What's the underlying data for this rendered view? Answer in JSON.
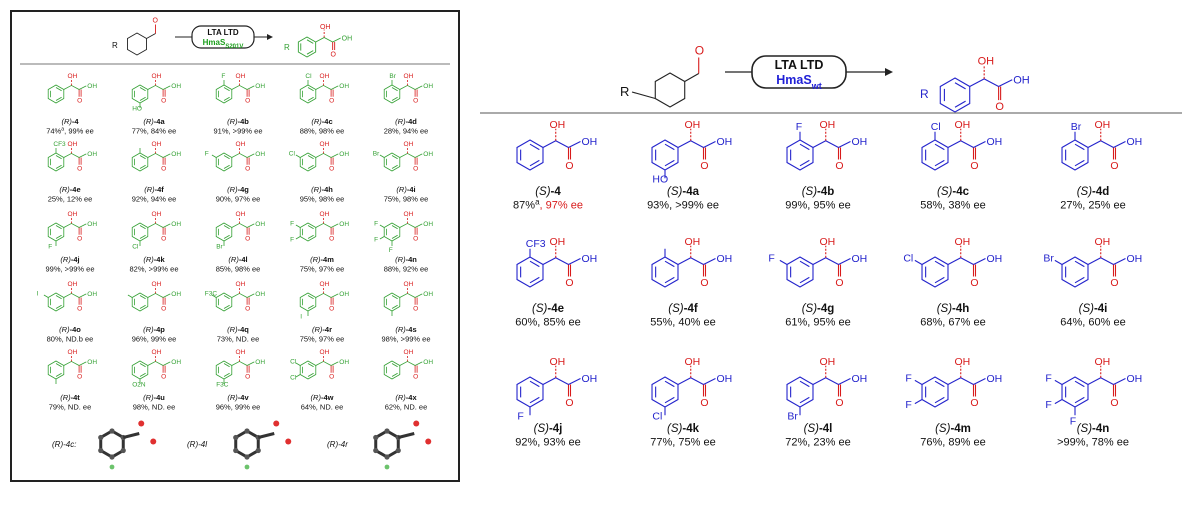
{
  "colors": {
    "left_structure": "#33a033",
    "right_structure": "#2424cc",
    "oxygen": "#d81b1b",
    "text": "#111111",
    "rule": "#777777",
    "hmas_wt": "#1f1fd6",
    "hmas_mut": "#1b9e1b"
  },
  "left_panel": {
    "scheme": {
      "enzymes_label": "LTA   LTD",
      "enzyme_name": "HmaS",
      "enzyme_sub": "S201V",
      "r_label": "R",
      "o_label": "O",
      "oh_label": "OH"
    },
    "products": [
      {
        "id": "4",
        "sub": "",
        "config": "(R)",
        "yield": "74%",
        "sup": "a",
        "ee": "99% ee",
        "ee_red": false
      },
      {
        "id": "4a",
        "sub": "HO",
        "config": "(R)",
        "yield": "77%",
        "sup": "",
        "ee": "84% ee",
        "ee_red": false
      },
      {
        "id": "4b",
        "sub": "F",
        "config": "(R)",
        "yield": "91%",
        "sup": "",
        "ee": ">99% ee",
        "ee_red": false
      },
      {
        "id": "4c",
        "sub": "Cl",
        "config": "(R)",
        "yield": "88%",
        "sup": "",
        "ee": "98% ee",
        "ee_red": false
      },
      {
        "id": "4d",
        "sub": "Br",
        "config": "(R)",
        "yield": "28%",
        "sup": "",
        "ee": "94% ee",
        "ee_red": false
      },
      {
        "id": "4e",
        "sub": "CF3",
        "config": "(R)",
        "yield": "25%",
        "sup": "",
        "ee": "12% ee",
        "ee_red": false
      },
      {
        "id": "4f",
        "sub": "",
        "config": "(R)",
        "yield": "92%",
        "sup": "",
        "ee": "94% ee",
        "ee_red": false
      },
      {
        "id": "4g",
        "sub": "F",
        "config": "(R)",
        "yield": "90%",
        "sup": "",
        "ee": "97% ee",
        "ee_red": false
      },
      {
        "id": "4h",
        "sub": "Cl",
        "config": "(R)",
        "yield": "95%",
        "sup": "",
        "ee": "98% ee",
        "ee_red": false
      },
      {
        "id": "4i",
        "sub": "Br",
        "config": "(R)",
        "yield": "75%",
        "sup": "",
        "ee": "98% ee",
        "ee_red": false
      },
      {
        "id": "4j",
        "sub": "F",
        "config": "(R)",
        "yield": "99%",
        "sup": "",
        "ee": ">99% ee",
        "ee_red": false
      },
      {
        "id": "4k",
        "sub": "Cl",
        "config": "(R)",
        "yield": "82%",
        "sup": "",
        "ee": ">99% ee",
        "ee_red": false
      },
      {
        "id": "4l",
        "sub": "Br",
        "config": "(R)",
        "yield": "85%",
        "sup": "",
        "ee": "98% ee",
        "ee_red": false
      },
      {
        "id": "4m",
        "sub": "F",
        "config": "(R)",
        "yield": "75%",
        "sup": "",
        "ee": "97% ee",
        "ee_red": false
      },
      {
        "id": "4n",
        "sub": "F",
        "config": "(R)",
        "yield": "88%",
        "sup": "",
        "ee": "92% ee",
        "ee_red": false
      },
      {
        "id": "4o",
        "sub": "I",
        "config": "(R)",
        "yield": "80%",
        "sup": "",
        "ee": "ND.b ee",
        "ee_red": false
      },
      {
        "id": "4p",
        "sub": "",
        "config": "(R)",
        "yield": "96%",
        "sup": "",
        "ee": "99% ee",
        "ee_red": false
      },
      {
        "id": "4q",
        "sub": "F3C",
        "config": "(R)",
        "yield": "73%",
        "sup": "",
        "ee": "ND. ee",
        "ee_red": false
      },
      {
        "id": "4r",
        "sub": "I",
        "config": "(R)",
        "yield": "75%",
        "sup": "",
        "ee": "97% ee",
        "ee_red": false
      },
      {
        "id": "4s",
        "sub": "",
        "config": "(R)",
        "yield": "98%",
        "sup": "",
        "ee": ">99% ee",
        "ee_red": false
      },
      {
        "id": "4t",
        "sub": "",
        "config": "(R)",
        "yield": "79%",
        "sup": "",
        "ee": "ND. ee",
        "ee_red": false
      },
      {
        "id": "4u",
        "sub": "O2N",
        "config": "(R)",
        "yield": "98%",
        "sup": "",
        "ee": "ND. ee",
        "ee_red": false
      },
      {
        "id": "4v",
        "sub": "F3C",
        "config": "(R)",
        "yield": "96%",
        "sup": "",
        "ee": "99% ee",
        "ee_red": false
      },
      {
        "id": "4w",
        "sub": "Cl",
        "config": "(R)",
        "yield": "64%",
        "sup": "",
        "ee": "ND. ee",
        "ee_red": false
      },
      {
        "id": "4x",
        "sub": "",
        "config": "(R)",
        "yield": "62%",
        "sup": "",
        "ee": "ND. ee",
        "ee_red": false
      }
    ],
    "crystal_labels": [
      "(R)-4c:",
      "(R)-4l",
      "(R)-4r"
    ]
  },
  "right_panel": {
    "scheme": {
      "enzymes_label": "LTA    LTD",
      "enzyme_name": "HmaS",
      "enzyme_sub": "wt",
      "r_label": "R",
      "o_label": "O",
      "oh_label": "OH",
      "acid_label": "OH",
      "carbonyl_label": "O"
    },
    "products": [
      {
        "id": "4",
        "sub": "",
        "sub_pos": "none",
        "config": "(S)",
        "yield": "87%",
        "sup": "a",
        "ee": "97% ee",
        "ee_red": true
      },
      {
        "id": "4a",
        "sub": "HO",
        "sub_pos": "para",
        "config": "(S)",
        "yield": "93%",
        "sup": "",
        "ee": ">99% ee",
        "ee_red": false
      },
      {
        "id": "4b",
        "sub": "F",
        "sub_pos": "ortho",
        "config": "(S)",
        "yield": "99%",
        "sup": "",
        "ee": "95% ee",
        "ee_red": false
      },
      {
        "id": "4c",
        "sub": "Cl",
        "sub_pos": "ortho",
        "config": "(S)",
        "yield": "58%",
        "sup": "",
        "ee": "38% ee",
        "ee_red": false
      },
      {
        "id": "4d",
        "sub": "Br",
        "sub_pos": "ortho",
        "config": "(S)",
        "yield": "27%",
        "sup": "",
        "ee": "25% ee",
        "ee_red": false
      },
      {
        "id": "4e",
        "sub": "CF3",
        "sub_pos": "ortho",
        "config": "(S)",
        "yield": "60%",
        "sup": "",
        "ee": "85% ee",
        "ee_red": false
      },
      {
        "id": "4f",
        "sub": "",
        "sub_pos": "ortho-methyl",
        "config": "(S)",
        "yield": "55%",
        "sup": "",
        "ee": "40% ee",
        "ee_red": false
      },
      {
        "id": "4g",
        "sub": "F",
        "sub_pos": "meta",
        "config": "(S)",
        "yield": "61%",
        "sup": "",
        "ee": "95% ee",
        "ee_red": false
      },
      {
        "id": "4h",
        "sub": "Cl",
        "sub_pos": "meta",
        "config": "(S)",
        "yield": "68%",
        "sup": "",
        "ee": "67% ee",
        "ee_red": false
      },
      {
        "id": "4i",
        "sub": "Br",
        "sub_pos": "meta",
        "config": "(S)",
        "yield": "64%",
        "sup": "",
        "ee": "60% ee",
        "ee_red": false
      },
      {
        "id": "4j",
        "sub": "F",
        "sub_pos": "para",
        "config": "(S)",
        "yield": "92%",
        "sup": "",
        "ee": "93% ee",
        "ee_red": false
      },
      {
        "id": "4k",
        "sub": "Cl",
        "sub_pos": "para",
        "config": "(S)",
        "yield": "77%",
        "sup": "",
        "ee": "75% ee",
        "ee_red": false
      },
      {
        "id": "4l",
        "sub": "Br",
        "sub_pos": "para",
        "config": "(S)",
        "yield": "72%",
        "sup": "",
        "ee": "23% ee",
        "ee_red": false
      },
      {
        "id": "4m",
        "sub": "F",
        "sub_pos": "meta-para",
        "config": "(S)",
        "yield": "76%",
        "sup": "",
        "ee": "89% ee",
        "ee_red": false
      },
      {
        "id": "4n",
        "sub": "F",
        "sub_pos": "tri",
        "config": "(S)",
        "yield": ">99%",
        "sup": "",
        "ee": "78% ee",
        "ee_red": false
      }
    ]
  }
}
